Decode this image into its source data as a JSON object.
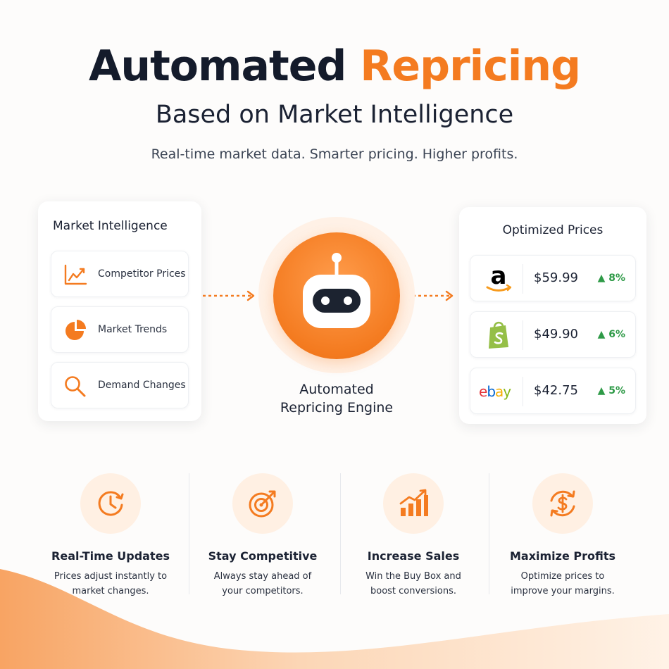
{
  "header": {
    "title_main": "Automated",
    "title_accent": "Repricing",
    "subtitle": "Based on Market Intelligence",
    "tagline": "Real-time market data. Smarter pricing. Higher profits."
  },
  "market_intelligence": {
    "title": "Market Intelligence",
    "items": [
      {
        "label": "Competitor Prices",
        "icon": "line-chart-icon"
      },
      {
        "label": "Market Trends",
        "icon": "pie-chart-icon"
      },
      {
        "label": "Demand Changes",
        "icon": "magnifier-icon"
      }
    ]
  },
  "engine": {
    "label_line1": "Automated",
    "label_line2": "Repricing Engine",
    "icon": "robot-icon"
  },
  "optimized_prices": {
    "title": "Optimized Prices",
    "rows": [
      {
        "marketplace": "amazon",
        "logo": "amazon-logo",
        "price": "$59.99",
        "change": "▲ 8%"
      },
      {
        "marketplace": "shopify",
        "logo": "shopify-logo",
        "price": "$49.90",
        "change": "▲ 6%"
      },
      {
        "marketplace": "ebay",
        "logo": "ebay-logo",
        "logo_text": "ebay",
        "price": "$42.75",
        "change": "▲ 5%"
      }
    ]
  },
  "features": [
    {
      "title": "Real-Time Updates",
      "desc": "Prices adjust instantly to market changes.",
      "icon": "clock-refresh-icon"
    },
    {
      "title": "Stay Competitive",
      "desc": "Always stay ahead of your competitors.",
      "icon": "target-arrow-icon"
    },
    {
      "title": "Increase Sales",
      "desc": "Win the Buy Box and boost conversions.",
      "icon": "bar-growth-icon"
    },
    {
      "title": "Maximize Profits",
      "desc": "Optimize prices to improve your margins.",
      "icon": "dollar-cycle-icon"
    }
  ],
  "colors": {
    "accent": "#f47b20",
    "dark": "#141b2b",
    "positive": "#2e9a47",
    "amazon": "#000000",
    "shopify": "#95bf47",
    "ebay_red": "#e53238",
    "ebay_blue": "#0064d2",
    "ebay_yellow": "#f5af02",
    "ebay_green": "#86b817"
  }
}
